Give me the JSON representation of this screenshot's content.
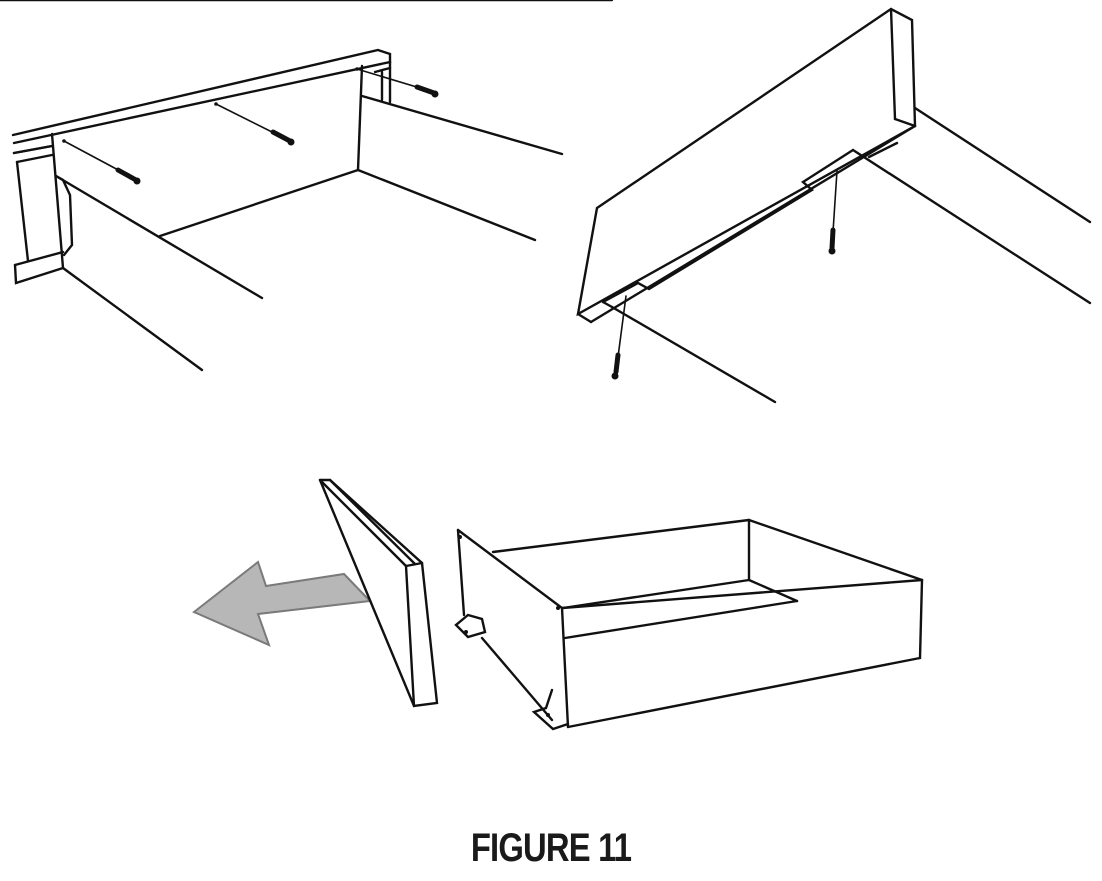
{
  "figure": {
    "caption": "FIGURE 11",
    "panels": [
      {
        "id": "panel-1",
        "description": "Drawer front panel attached to drawer sides with three screws driven from inside"
      },
      {
        "id": "panel-2",
        "description": "Drawer front viewed from below with two screws driven upward into the bottom rail"
      },
      {
        "id": "panel-3",
        "description": "Drawer front removed from drawer box, arrow indicating pull-out direction"
      }
    ],
    "colors": {
      "line": "#111111",
      "arrow_fill": "#b3b3b3",
      "arrow_stroke": "#7a7a7a",
      "background": "#ffffff"
    }
  }
}
